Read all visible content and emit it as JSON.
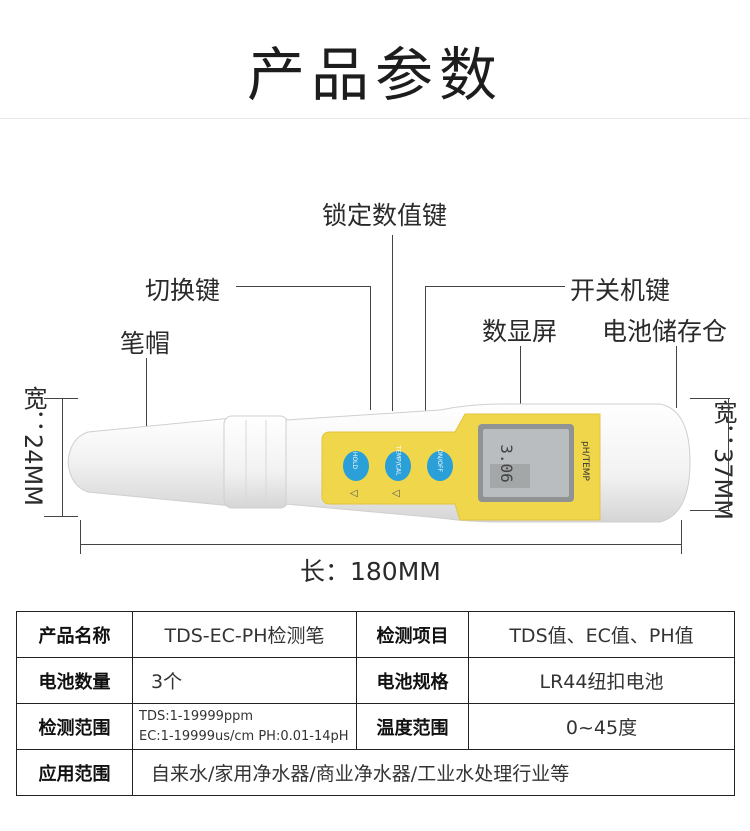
{
  "title": "产品参数",
  "callouts": {
    "lock_key": "锁定数值键",
    "switch_key": "切换键",
    "power_key": "开关机键",
    "display": "数显屏",
    "battery_bay": "电池储存仓",
    "pen_cap": "笔帽"
  },
  "dimensions": {
    "width_left": "宽：24MM",
    "width_right": "宽：37MM",
    "length": "长：180MM"
  },
  "device": {
    "btn_hold": "HOLD",
    "btn_temp": "TEMP/CAL",
    "btn_power": "ON/OFF",
    "screen_label": "pH/TEMP",
    "screen_reading": "3.06"
  },
  "table": {
    "r1": {
      "k1": "产品名称",
      "v1": "TDS-EC-PH检测笔",
      "k2": "检测项目",
      "v2": "TDS值、EC值、PH值"
    },
    "r2": {
      "k1": "电池数量",
      "v1": "3个",
      "k2": "电池规格",
      "v2": "LR44纽扣电池"
    },
    "r3": {
      "k1": "检测范围",
      "v1_line1": "TDS:1-19999ppm",
      "v1_line2": "EC:1-19999us/cm   PH:0.01-14pH",
      "k2": "温度范围",
      "v2": "0~45度"
    },
    "r4": {
      "k1": "应用范围",
      "v1": "自来水/家用净水器/商业净水器/工业水处理行业等"
    }
  },
  "colors": {
    "pen_body": "#f4f4f4",
    "panel_yellow": "#f0d64a",
    "button_blue": "#2a9fd8",
    "screen_gray": "#b9bdbf"
  }
}
